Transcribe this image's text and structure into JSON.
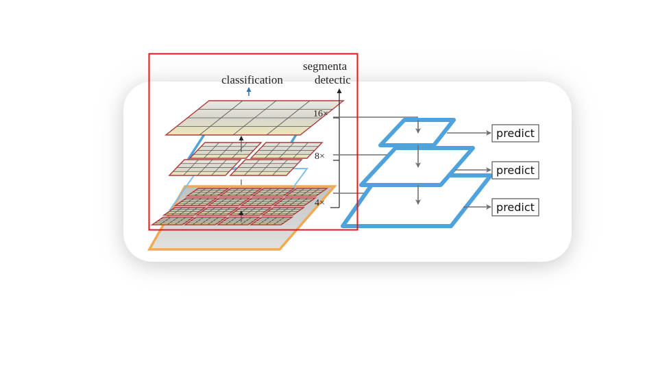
{
  "figure": {
    "left_diagram": {
      "output_labels": {
        "classification": "classification",
        "segmentation": "segmenta",
        "detection": "detectic"
      },
      "scale_labels": [
        "16×",
        "8×",
        "4×"
      ]
    },
    "right_diagram": {
      "predict_labels": [
        "predict",
        "predict",
        "predict"
      ]
    },
    "colors": {
      "pyramid_blue": "#4ea3dc",
      "grid_red": "#b03a3a",
      "image_orange": "#f0a040",
      "arrow_gray": "#707070",
      "highlight_red": "#e8141c"
    }
  }
}
